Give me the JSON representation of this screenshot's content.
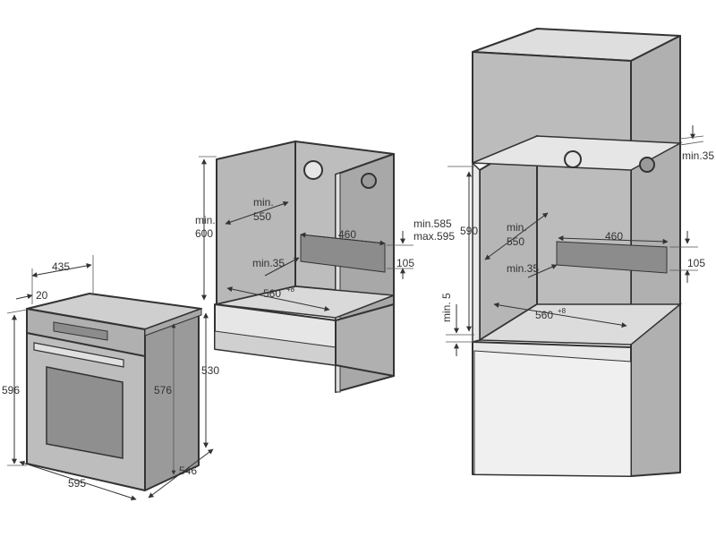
{
  "oven": {
    "d435": "435",
    "d20": "20",
    "d596": "596",
    "d576": "576",
    "d530": "530",
    "d595": "595",
    "d546": "546"
  },
  "under_counter": {
    "min600_a": "min.",
    "min600_b": "600",
    "min550_a": "min.",
    "min550_b": "550",
    "d460": "460",
    "d105": "105",
    "min35": "min.35",
    "d560": "560",
    "d560_sup": "+8"
  },
  "column": {
    "min35_top": "min.35",
    "min585": "min.585",
    "max595": "max.595",
    "d590": "590",
    "min550_a": "min.",
    "min550_b": "550",
    "d460": "460",
    "d105": "105",
    "min35": "min.35",
    "min5": "min. 5",
    "d560": "560",
    "d560_sup": "+8"
  },
  "colors": {
    "panel_dark": "#9a9a9a",
    "panel_mid": "#b3b3b3",
    "panel_light": "#c8c8c8",
    "panel_pale": "#d9d9d9",
    "line": "#333333"
  }
}
